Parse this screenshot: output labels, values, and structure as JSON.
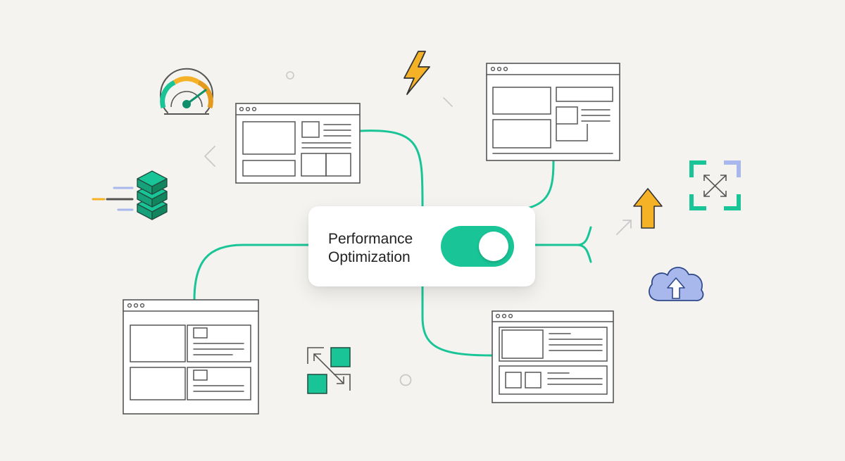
{
  "toggle": {
    "line1": "Performance",
    "line2": "Optimization",
    "state": "on"
  },
  "icons": [
    "speedometer-icon",
    "lightning-bolt-icon",
    "stacked-cubes-speed-icon",
    "browser-window-icon",
    "arrow-up-icon",
    "expand-frame-icon",
    "cloud-upload-icon",
    "resize-squares-icon",
    "chevron-left-icon",
    "diagonal-arrow-icon",
    "small-circle-icon"
  ],
  "colors": {
    "background": "#f4f3f0",
    "accent": "#19c596",
    "accent_dark": "#0f8f6b",
    "outline": "#555555",
    "lightning": "#f5b227",
    "cloud": "#a9b8ec",
    "muted": "#c9c9c9"
  }
}
